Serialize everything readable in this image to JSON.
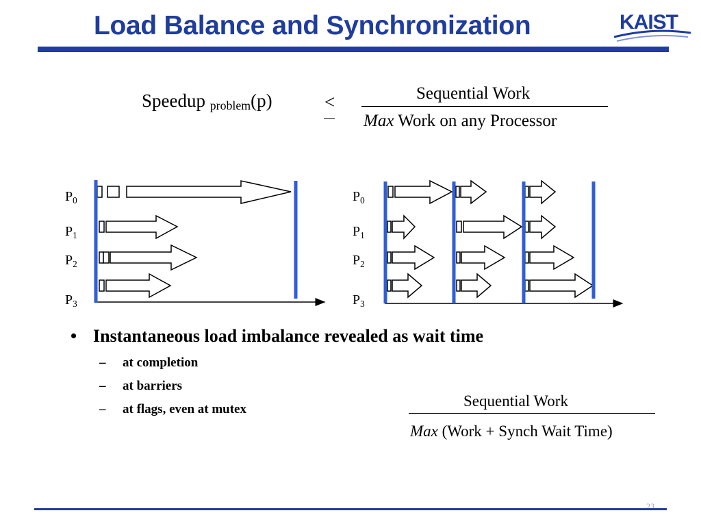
{
  "slide": {
    "title": "Load Balance and Synchronization",
    "logo_text": "KAIST",
    "page_number": "23"
  },
  "formula1": {
    "speedup": "Speedup",
    "subscript": "problem",
    "arg": "(p)",
    "relation": "<",
    "numerator": "Sequential Work",
    "denominator_italic": "Max",
    "denominator_rest": "Work on any Processor"
  },
  "diagrams": {
    "processor_prefix": "P",
    "processors": [
      "0",
      "1",
      "2",
      "3"
    ]
  },
  "bullets": {
    "main": "Instantaneous load imbalance revealed as wait time",
    "sub": [
      "at completion",
      "at barriers",
      "at flags, even at mutex"
    ]
  },
  "formula2": {
    "numerator": "Sequential Work",
    "denominator_italic": "Max",
    "denominator_rest": "(Work + Synch Wait Time)"
  },
  "colors": {
    "title_blue": "#1f3c9e",
    "barrier_blue": "#2f5ed6"
  }
}
